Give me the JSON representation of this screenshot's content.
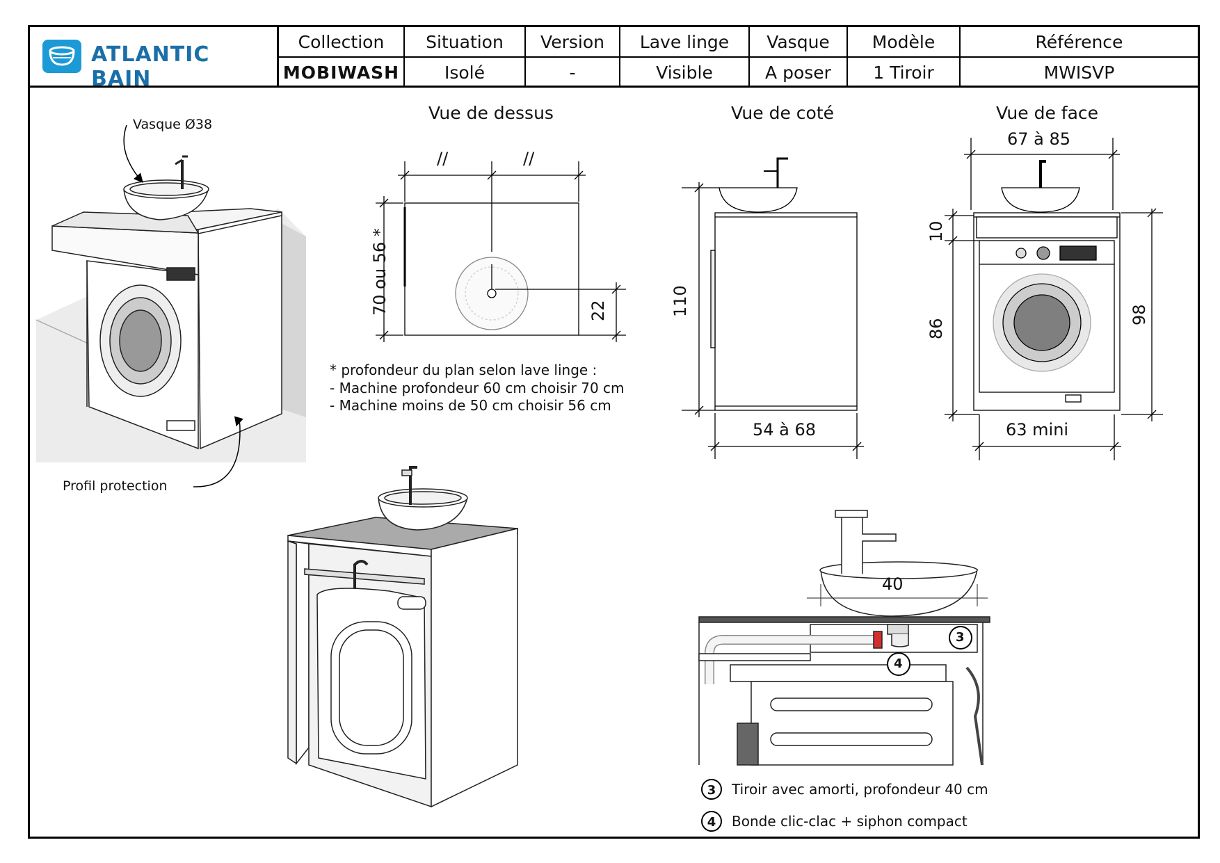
{
  "brand": {
    "name": "ATLANTIC BAIN",
    "color": "#1b9ad6"
  },
  "header": {
    "columns": [
      {
        "label": "Collection",
        "value": "MOBIWASH"
      },
      {
        "label": "Situation",
        "value": "Isolé"
      },
      {
        "label": "Version",
        "value": "-"
      },
      {
        "label": "Lave linge",
        "value": "Visible"
      },
      {
        "label": "Vasque",
        "value": "A poser"
      },
      {
        "label": "Modèle",
        "value": "1 Tiroir"
      },
      {
        "label": "Référence",
        "value": "MWISVP"
      }
    ]
  },
  "perspective": {
    "vasque_label": "Vasque Ø38",
    "profil_label": "Profil protection"
  },
  "top_view": {
    "title": "Vue de dessus",
    "half_mark_left": "//",
    "half_mark_right": "//",
    "depth_label": "70 ou 56 *",
    "offset_label": "22",
    "note_lines": [
      "* profondeur du plan selon lave linge :",
      "- Machine profondeur 60 cm choisir 70 cm",
      "- Machine moins de 50 cm choisir 56 cm"
    ]
  },
  "side_view": {
    "title": "Vue de coté",
    "height_label": "110",
    "width_label": "54 à 68"
  },
  "front_view": {
    "title": "Vue de face",
    "top_width_label": "67 à 85",
    "drawer_height_label": "10",
    "inner_height_label": "86",
    "total_height_label": "98",
    "inner_width_label": "63 mini"
  },
  "detail": {
    "basin_label": "40",
    "callout_3": "3",
    "callout_4": "4"
  },
  "legend": [
    {
      "num": "3",
      "text": "Tiroir avec amorti, profondeur 40 cm"
    },
    {
      "num": "4",
      "text": "Bonde clic-clac + siphon compact"
    }
  ]
}
